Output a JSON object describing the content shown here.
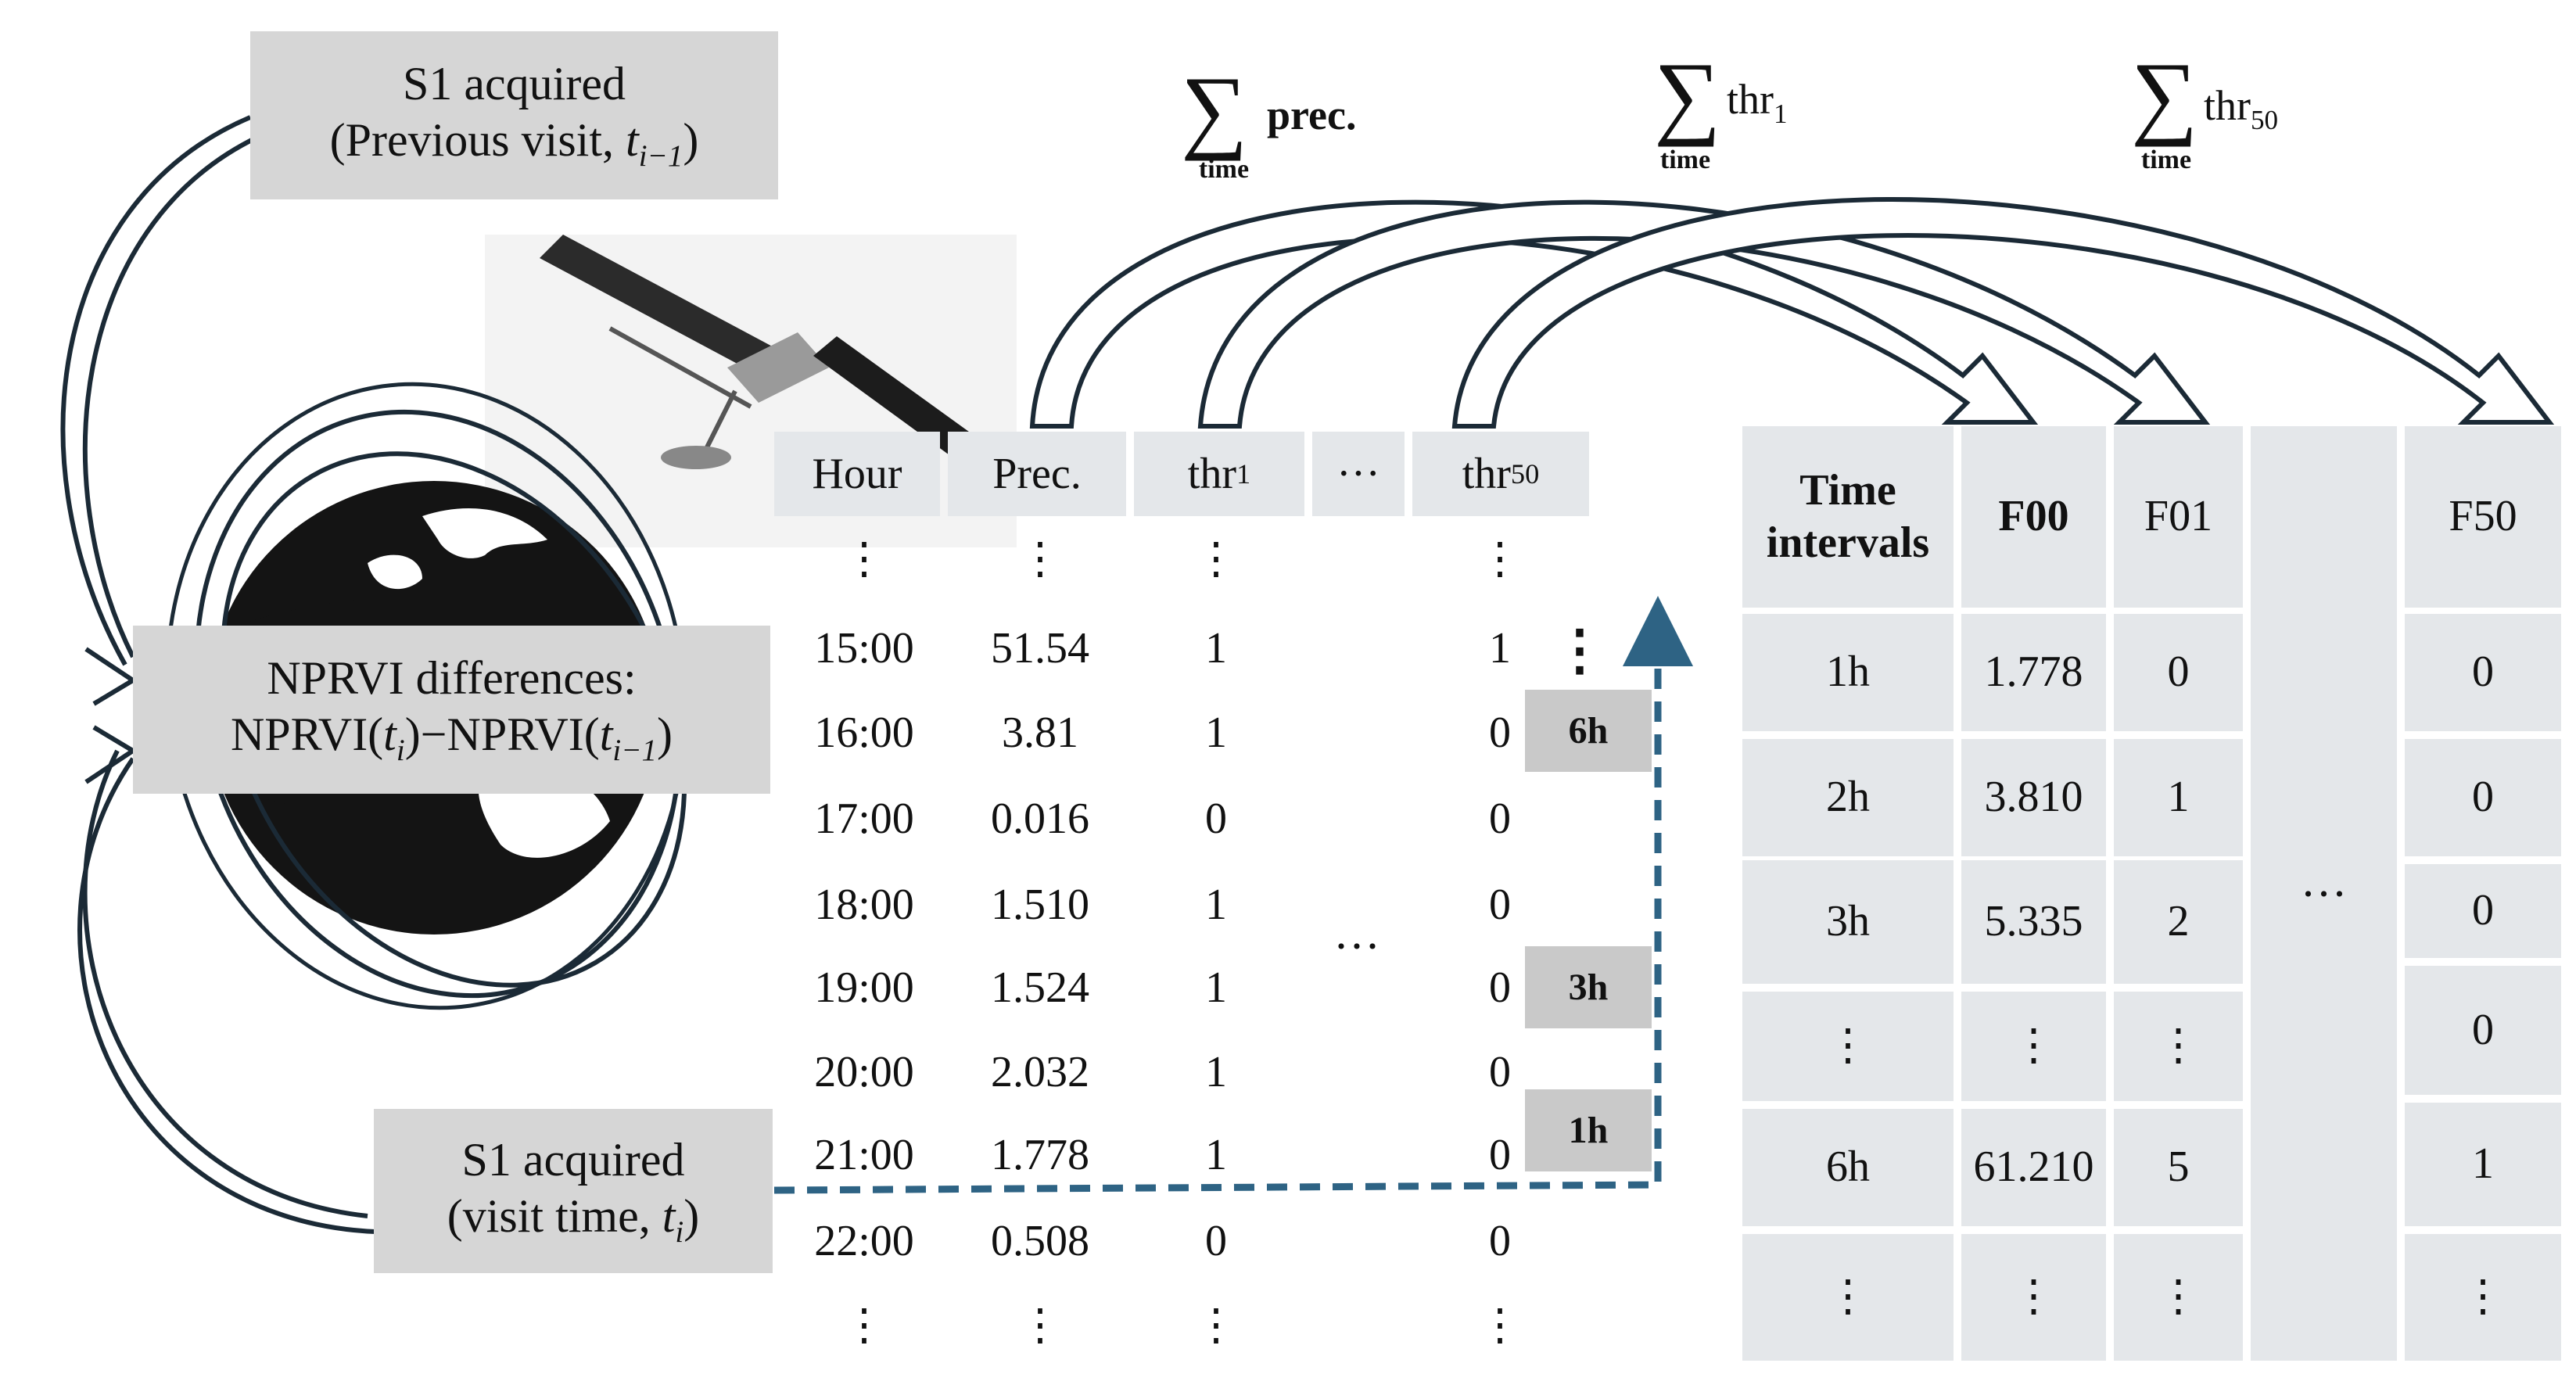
{
  "prev_box": {
    "line1": "S1 acquired",
    "line2_pre": "(Previous visit, ",
    "line2_var": "t",
    "line2_sub": "i−1",
    "line2_post": ")"
  },
  "visit_box": {
    "line1": "S1 acquired",
    "line2_pre": "(visit time, ",
    "line2_var": "t",
    "line2_sub": "i",
    "line2_post": ")"
  },
  "diff_box": {
    "line1": "NPRVI differences:",
    "f_a": "NPRVI(",
    "f_t1": "t",
    "f_s1": "i",
    "f_b": ")−NPRVI(",
    "f_t2": "t",
    "f_s2": "i−1",
    "f_c": ")"
  },
  "sums": [
    {
      "symbol": "∑",
      "sub": "time",
      "label": "prec."
    },
    {
      "symbol": "∑",
      "sub": "time",
      "label_base": "thr",
      "label_sub": "1"
    },
    {
      "symbol": "∑",
      "sub": "time",
      "label_base": "thr",
      "label_sub": "50"
    }
  ],
  "hourly_table": {
    "headers": {
      "hour": "Hour",
      "prec": "Prec.",
      "thr1_base": "thr",
      "thr1_sub": "1",
      "dots": "···",
      "thr50_base": "thr",
      "thr50_sub": "50"
    },
    "rows": [
      [
        "⋮",
        "⋮",
        "⋮",
        "⋮"
      ],
      [
        "15:00",
        "51.54",
        "1",
        "1"
      ],
      [
        "16:00",
        "3.81",
        "1",
        "0"
      ],
      [
        "17:00",
        "0.016",
        "0",
        "0"
      ],
      [
        "18:00",
        "1.510",
        "1",
        "0"
      ],
      [
        "19:00",
        "1.524",
        "1",
        "0"
      ],
      [
        "20:00",
        "2.032",
        "1",
        "0"
      ],
      [
        "21:00",
        "1.778",
        "1",
        "0"
      ],
      [
        "22:00",
        "0.508",
        "0",
        "0"
      ],
      [
        "⋮",
        "⋮",
        "⋮",
        "⋮"
      ]
    ],
    "middle_dots": "···",
    "side_dots": "⋮"
  },
  "interval_tags": [
    "6h",
    "3h",
    "1h"
  ],
  "feature_table": {
    "headers": {
      "time": "Time intervals",
      "f00": "F00",
      "f01": "F01",
      "f50": "F50"
    },
    "intervals": [
      "1h",
      "2h",
      "3h",
      "⋮",
      "6h",
      "⋮"
    ],
    "f00": [
      "1.778",
      "3.810",
      "5.335",
      "⋮",
      "61.210",
      "⋮"
    ],
    "f01": [
      "0",
      "1",
      "2",
      "⋮",
      "5",
      "⋮"
    ],
    "f50": [
      "0",
      "0",
      "0",
      "0",
      "1",
      "⋮"
    ],
    "middle_dots": "···"
  },
  "colors": {
    "box_gray": "#d6d6d6",
    "table_gray": "#e4e7ea",
    "tag_gray": "#c9c9c9",
    "dash_blue": "#2e6384",
    "line_dark": "#1b2a36"
  }
}
